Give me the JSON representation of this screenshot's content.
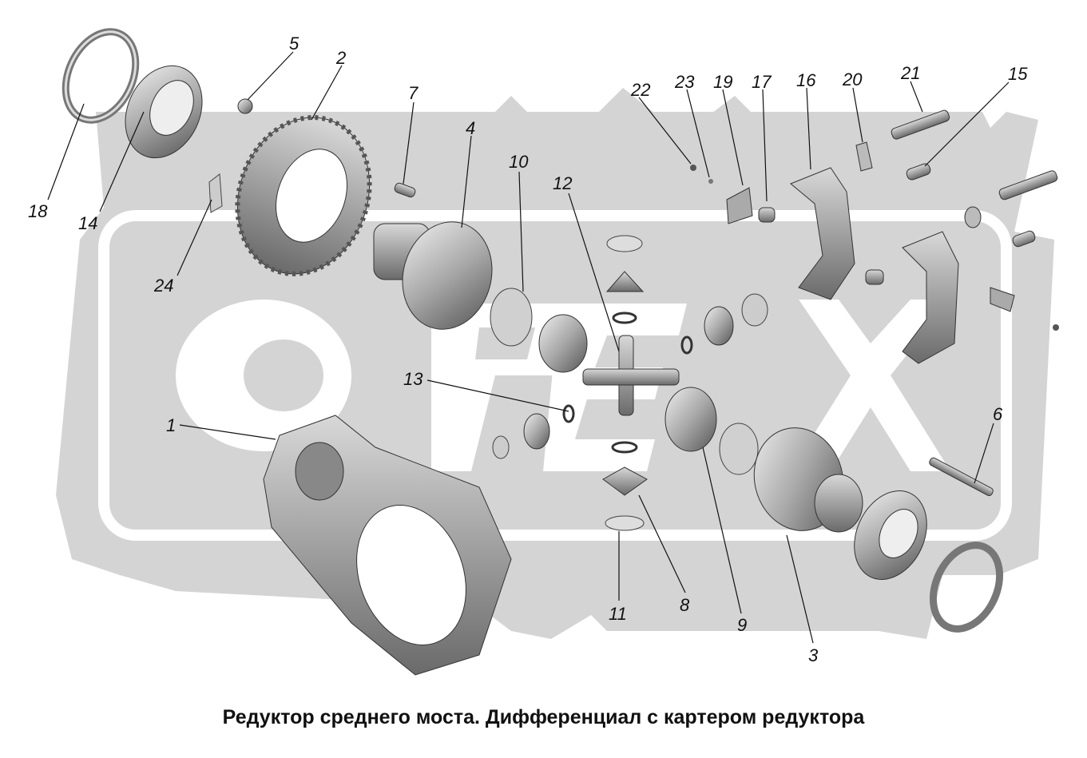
{
  "caption": "Редуктор среднего моста. Дифференциал с картером редуктора",
  "watermark_text": "ОРЕХ",
  "callouts": [
    "1",
    "2",
    "3",
    "4",
    "5",
    "6",
    "7",
    "8",
    "9",
    "10",
    "11",
    "12",
    "13",
    "14",
    "15",
    "16",
    "17",
    "18",
    "19",
    "20",
    "21",
    "22",
    "23",
    "24"
  ],
  "colors": {
    "part_light": "#d9d9d9",
    "part_mid": "#a6a6a6",
    "part_dark": "#4a4a4a",
    "watermark": "#c8c8c8",
    "line": "#111111"
  }
}
